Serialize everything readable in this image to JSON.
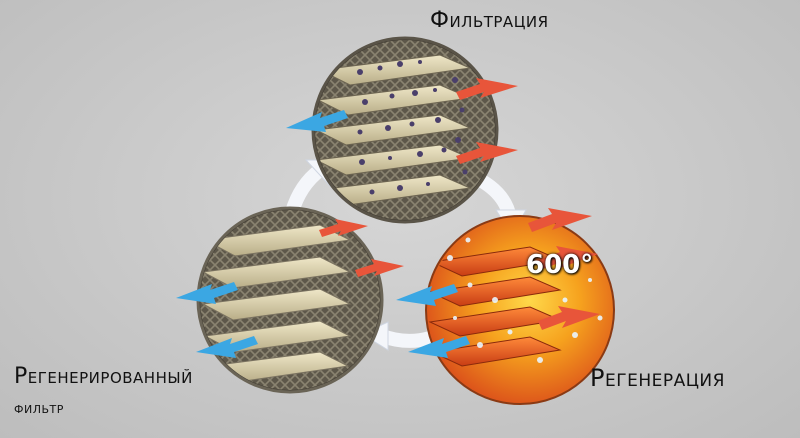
{
  "labels": {
    "filtration": "Фильтрация",
    "regeneration": "Регенерация",
    "regenerated_line1": "Регенерированный",
    "regenerated_line2": "фильтр"
  },
  "temperature": "600°",
  "colors": {
    "background": "#c9c9c9",
    "inflow_arrow": "#e8553a",
    "outflow_arrow": "#3ba7e3",
    "cycle_arrow": "#f4f6fa",
    "clean_fins": "#d9d0b0",
    "dirty_particles": "#4a3f6b",
    "hot_core": "#f39a1c"
  }
}
